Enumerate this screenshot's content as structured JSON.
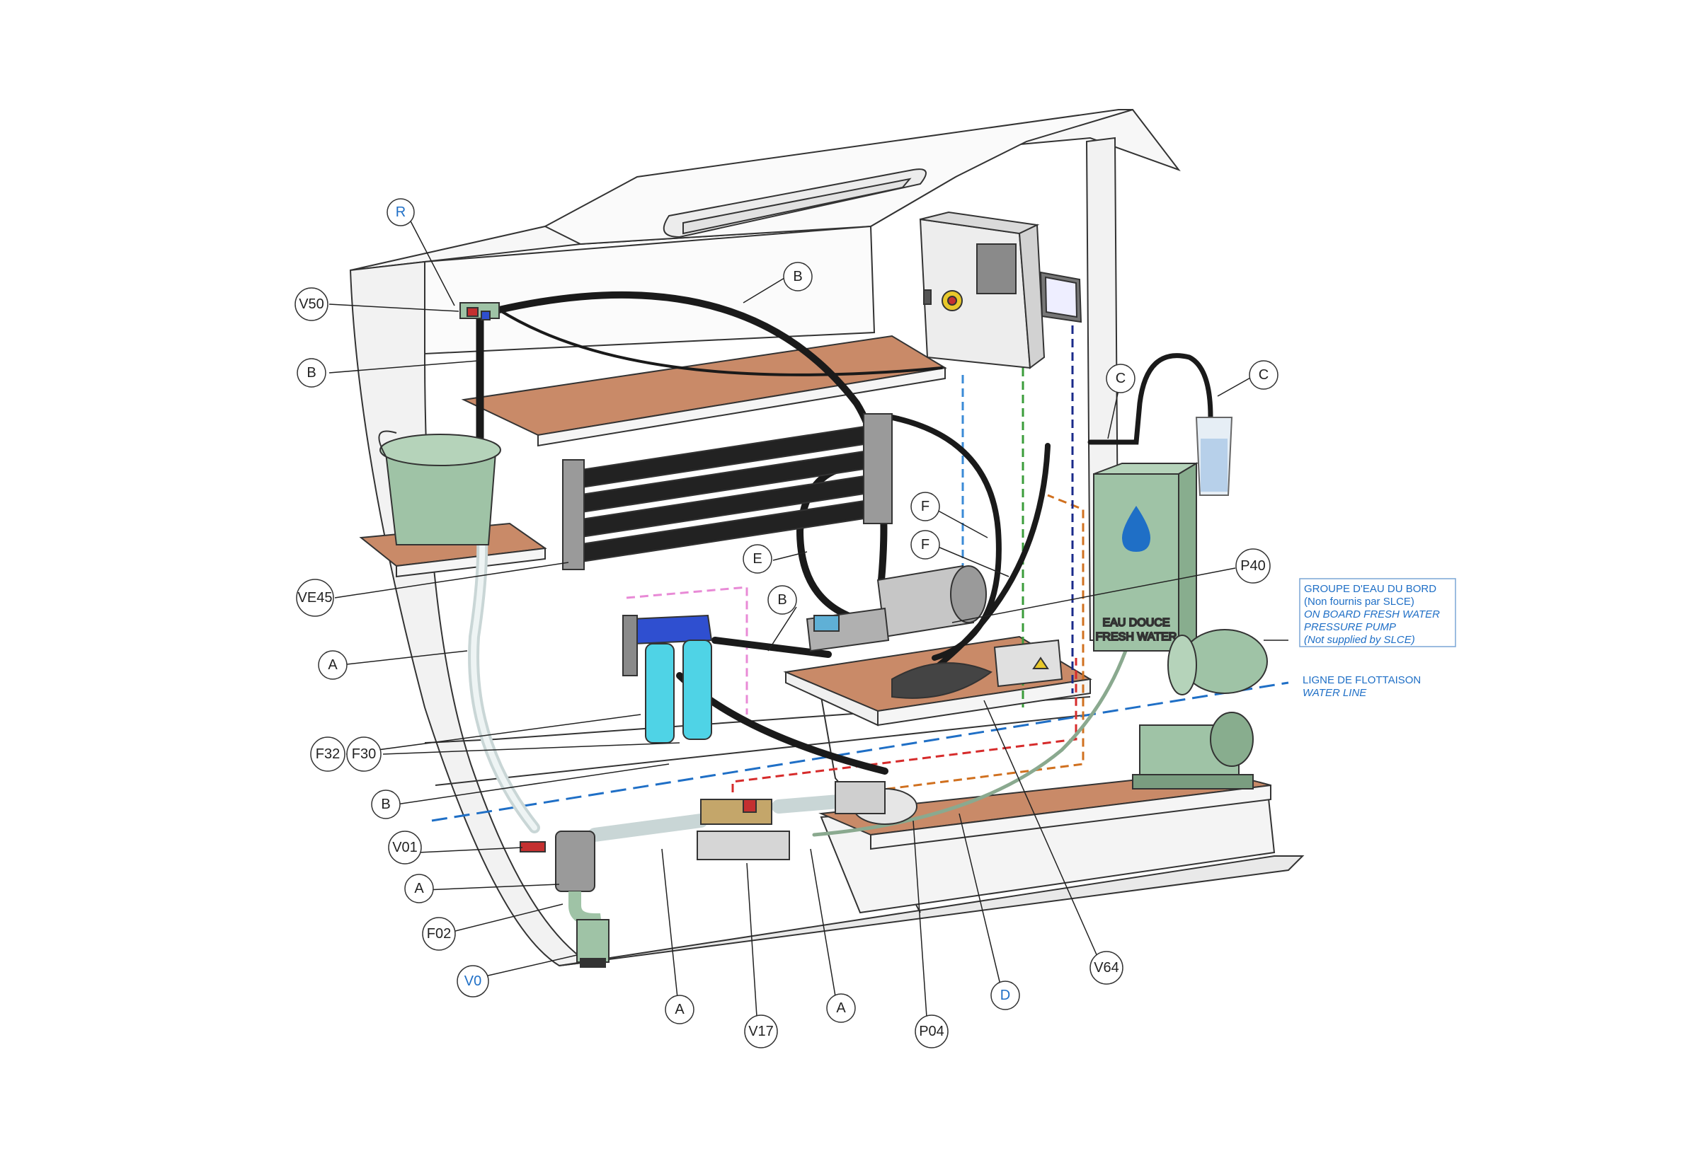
{
  "colors": {
    "hull_fill": "#f7f7f7",
    "hull_stroke": "#333333",
    "shelf_wood": "#c98a68",
    "equipment_green": "#9fc3a6",
    "filter_cyan": "#4fd3e6",
    "filter_blue": "#2f4fd0",
    "hose_black": "#1a1a1a",
    "waterline_blue": "#1f6fc6",
    "label_blue": "#1f6fc6"
  },
  "callouts": {
    "R": "R",
    "V50": "V50",
    "B_top": "B",
    "B_left": "B",
    "C_left": "C",
    "C_right": "C",
    "F_upper": "F",
    "F_lower": "F",
    "E": "E",
    "B_mid": "B",
    "P40": "P40",
    "VE45": "VE45",
    "A_upper": "A",
    "F32": "F32",
    "F30": "F30",
    "B_low": "B",
    "V01": "V01",
    "A_mid": "A",
    "F02": "F02",
    "V0": "V0",
    "A_bottom1": "A",
    "V17": "V17",
    "A_bottom2": "A",
    "P04": "P04",
    "D": "D",
    "V64": "V64"
  },
  "fresh_water_group": {
    "line1": "GROUPE D'EAU DU BORD",
    "line2": "(Non fournis par SLCE)",
    "line3": "ON BOARD FRESH WATER",
    "line4": "PRESSURE PUMP",
    "line5": "(Not supplied by SLCE)"
  },
  "waterline": {
    "line1": "LIGNE DE FLOTTAISON",
    "line2": "WATER LINE"
  },
  "tank": {
    "line1": "EAU DOUCE",
    "line2": "FRESH WATER"
  }
}
